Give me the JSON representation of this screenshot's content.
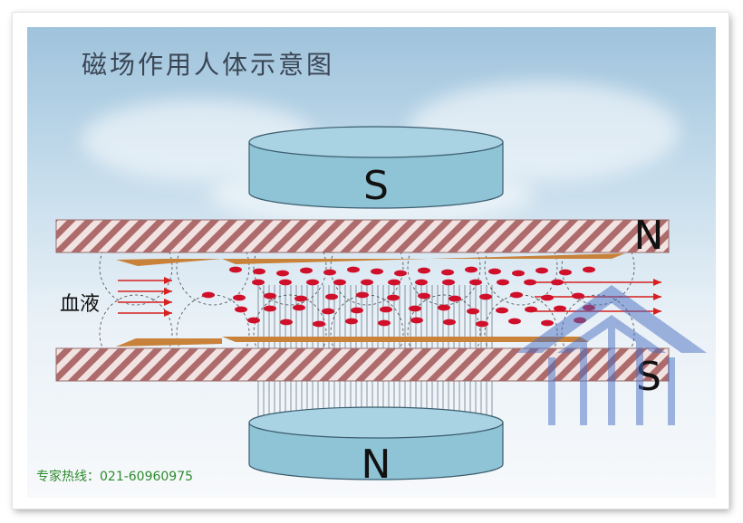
{
  "title": "磁场作用人体示意图",
  "blood_label": "血液",
  "hotline": "专家热线：021-60960975",
  "magnets": {
    "top_label": "S",
    "bottom_label": "N"
  },
  "vessel": {
    "top_wall_label": "N",
    "bottom_wall_label": "S"
  },
  "colors": {
    "magnet_fill": "#8fc3d6",
    "wall_stripe": "#b07070",
    "blood_cell": "#d0102a",
    "flow_arrow": "#d62020",
    "deposit": "#c8823a",
    "hotline_text": "#2e8b2e"
  }
}
